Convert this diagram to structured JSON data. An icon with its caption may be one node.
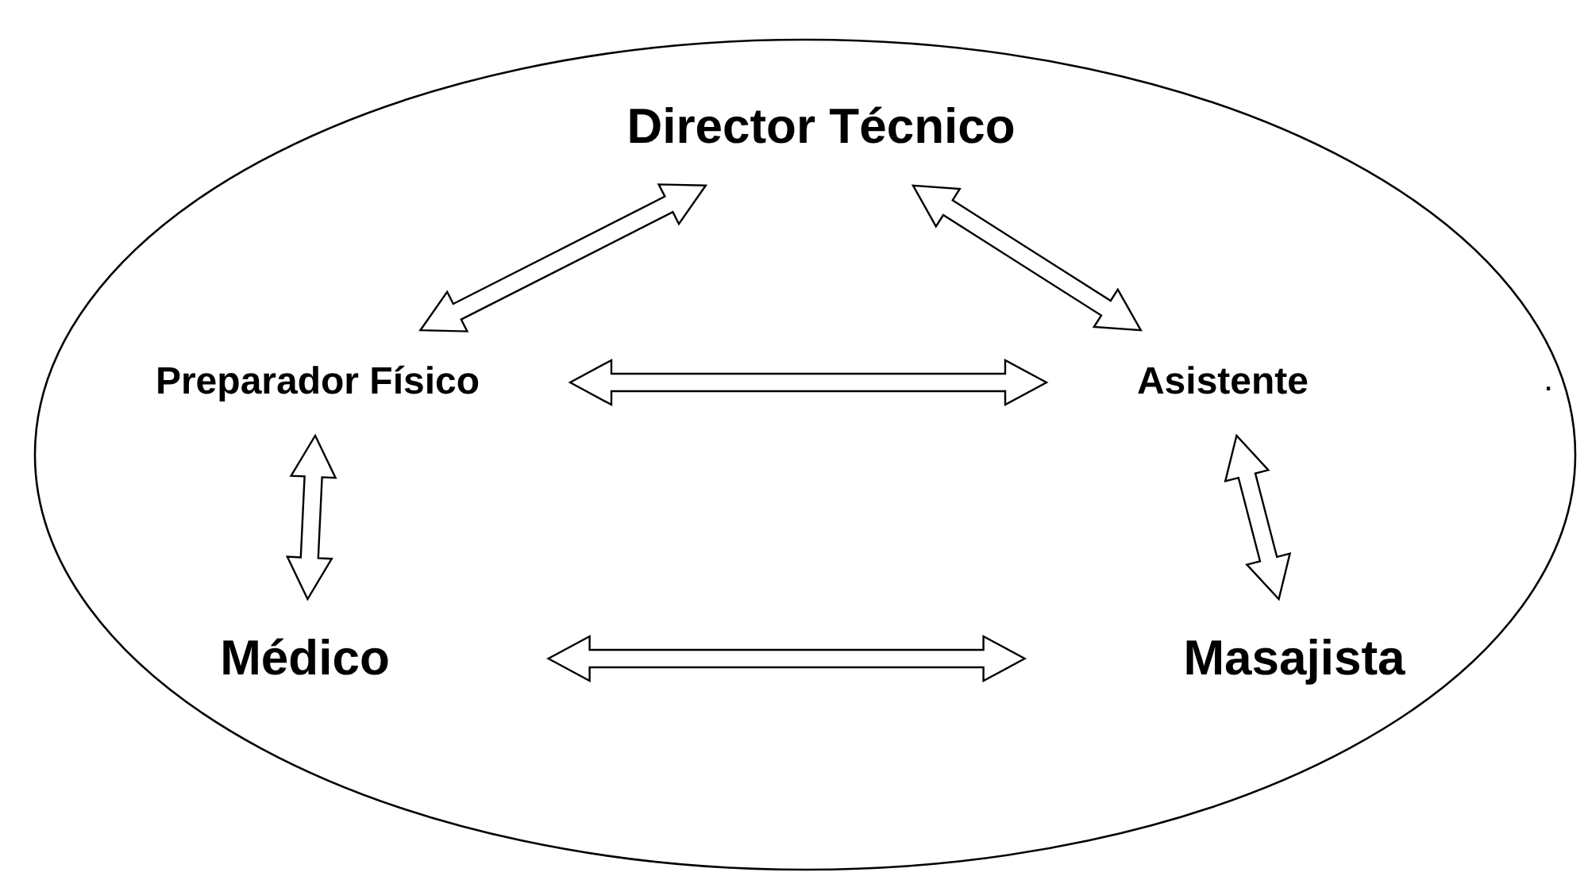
{
  "diagram": {
    "nodes": [
      {
        "text": [],
        "shape": "ellipse"
      },
      {
        "text": [
          "Director Técnico"
        ],
        "in": 0
      },
      {
        "text": [
          "Preparador Físico"
        ],
        "in": 0
      },
      {
        "text": [
          "Asistente"
        ],
        "in": 0
      },
      {
        "text": [
          "Médico"
        ],
        "in": 0
      },
      {
        "text": [
          "Masajista"
        ],
        "in": 0
      }
    ],
    "edges": [
      {
        "from": 1,
        "to": 2,
        "arrow": "both"
      },
      {
        "from": 1,
        "to": 3,
        "arrow": "both"
      },
      {
        "from": 2,
        "to": 3,
        "arrow": "both"
      },
      {
        "from": 2,
        "to": 4,
        "arrow": "both"
      },
      {
        "from": 3,
        "to": 5,
        "arrow": "both"
      },
      {
        "from": 4,
        "to": 5,
        "arrow": "both"
      }
    ],
    "labels": [
      "."
    ]
  }
}
